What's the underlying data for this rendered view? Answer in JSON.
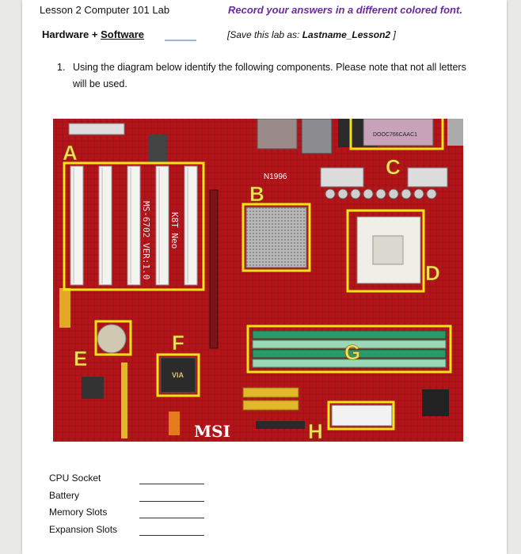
{
  "header": {
    "title": "Lesson 2 Computer 101 Lab",
    "instruction": "Record your answers in a different colored font.",
    "subtitle_part1": "Hardware + ",
    "subtitle_part2": "Software",
    "save_prefix": "[Save this lab as: ",
    "save_name": "Lastname_Lesson2",
    "save_suffix": " ]"
  },
  "question": {
    "number": "1.",
    "text": "Using the diagram below identify the following components.  Please note that not all letters will be used."
  },
  "diagram": {
    "labels": [
      "A",
      "B",
      "C",
      "D",
      "E",
      "F",
      "G",
      "H"
    ],
    "chip_text_b": "N1996",
    "chip_text_c": "DOOC766CAAC1",
    "brand": "MSI",
    "slot_text": "MS-6702 VER:1.0",
    "slot_text2": "K8T Neo",
    "chip_f": "VIA",
    "highlight_color": "#f2e416",
    "board_color": "#b01318"
  },
  "answers": [
    {
      "label": "CPU Socket"
    },
    {
      "label": "Battery"
    },
    {
      "label": "Memory Slots"
    },
    {
      "label": "Expansion Slots"
    }
  ]
}
